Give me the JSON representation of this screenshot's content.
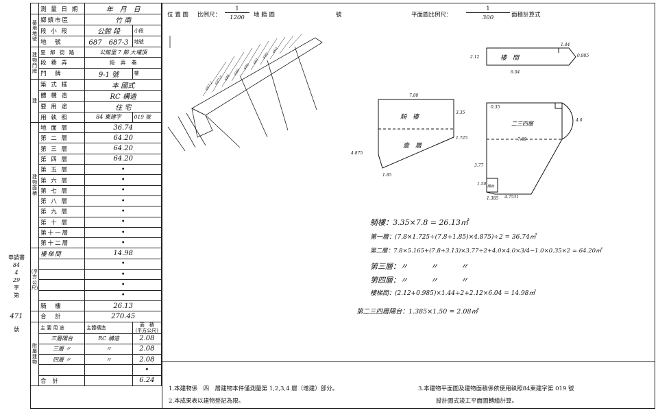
{
  "header": {
    "location_map": "位 置 圖",
    "scale_label": "比例尺：",
    "scale1_num": "1",
    "scale1_den": "1200",
    "land_map": "地 籍 圖",
    "number_label": "號",
    "plan_scale_label": "平面圖比例尺：",
    "scale2_num": "1",
    "scale2_den": "300",
    "area_calc_label": "面積計算式"
  },
  "left_labels": {
    "survey_date": "測 量 日 期",
    "survey_date_val": "年　月　日",
    "township": "鄉鎮市區",
    "township_val": "竹 南",
    "section": "段 小 段",
    "section_val": "公館 段",
    "section_sub": "小段",
    "land_no": "地　號",
    "land_no_val": "687　687-3",
    "land_no_suffix": "地號",
    "village": "里 鄰 街 路",
    "village_val": "公館里 7 鄰 大埔頂",
    "lane": "段 巷 弄",
    "lane_val": "段　弄　巷",
    "door": "門　牌",
    "door_val": "9-1 號",
    "door_suffix": "樓",
    "style": "築 式 樣",
    "style_val": "本 國式",
    "structure": "體 構 造",
    "structure_val": "RC 構造",
    "usage": "要 用 途",
    "usage_val": "住 宅",
    "permit": "用 執 照",
    "permit_val": "84 東建字",
    "permit_no": "019 號",
    "vcol_land": "基地地號",
    "vcol_bld": "建物門牌",
    "vcol_area": "建 物 面 積",
    "vcol_unit": "(平方公尺)",
    "floors": [
      "地 面 層",
      "第 二 層",
      "第 三 層",
      "第 四 層",
      "第 五 層",
      "第 六 層",
      "第 七 層",
      "第 八 層",
      "第 九 層",
      "第 十 層",
      "第十一層",
      "第十二層"
    ],
    "floor_vals": [
      "36.74",
      "64.20",
      "64.20",
      "64.20",
      "•",
      "•",
      "•",
      "•",
      "•",
      "•",
      "•",
      "•"
    ],
    "stair": "樓梯間",
    "stair_val": "14.98",
    "arcade": "騎　樓",
    "arcade_val": "26.13",
    "total": "合　計",
    "total_val": "270.45",
    "annex_head_use": "主 要 用 途",
    "annex_head_struct": "主體構造",
    "annex_head_area": "面　積",
    "annex_head_unit": "(平方公尺)",
    "annex_vcol": "附 屬 建 物",
    "annex_rows": [
      {
        "use": "三層陽台",
        "struct": "RC 構造",
        "area": "2.08"
      },
      {
        "use": "三層 〃",
        "struct": "〃",
        "area": "2.08"
      },
      {
        "use": "四層 〃",
        "struct": "〃",
        "area": "2.08"
      },
      {
        "use": "",
        "struct": "",
        "area": "•"
      }
    ],
    "annex_total": "合　計",
    "annex_total_val": "6.24"
  },
  "side_notes": {
    "applicant": "申請書",
    "year": "84",
    "month": "4",
    "day": "29",
    "zi": "字",
    "di": "第",
    "no": "471",
    "hao": "號"
  },
  "plan": {
    "arcade_label": "騎　樓",
    "ground_label": "壹　層",
    "upper_label": "二三四層",
    "stair_label": "樓　間",
    "balcony_label": "陽台",
    "dim_780_a": "7.80",
    "dim_335": "3.35",
    "dim_1725": "1.725",
    "dim_4875": "4.875",
    "dim_185": "1.85",
    "dim_780_b": "7.80",
    "dim_035": "0.35",
    "dim_377": "3.77",
    "dim_150": "1.50",
    "dim_1385": "1.385",
    "dim_47531": "4.7531",
    "dim_604": "6.04",
    "dim_212": "2.12",
    "dim_144": "1.44",
    "dim_0985": "0.985",
    "dim_40": "4.0"
  },
  "calc": {
    "line1": "騎樓：3.35×7.8 = 26.13㎡",
    "line2": "第一層：(7.8×1.725÷(7.8+1.85)×4.875)÷2 = 36.74㎡",
    "line3": "第二層：7.8×5.165+(7.8+3.13)×3.77÷2+4.0×4.0×3/4−1.0×0.35×2 = 64.20㎡",
    "line4": "第三層：〃　　　〃　　　〃",
    "line5": "第四層：〃　　　〃　　　〃",
    "line6": "樓梯間：(2.12+0.985)×1.44÷2+2.12×6.04 = 14.98㎡",
    "line7": "第二三四層陽台：1.385×1.50 = 2.08㎡"
  },
  "notes": {
    "n1": "1.本建物係　四　層建物本件僅測量第 1,2,3,4 層（增建）部分。",
    "n2": "2.本成果表以建物登記為限。",
    "n3": "3.本建物平面圖及建物面積係依使用執照84東建字第 019 號",
    "n4": "設計圖式竣工平面圖轉繪計算。"
  }
}
